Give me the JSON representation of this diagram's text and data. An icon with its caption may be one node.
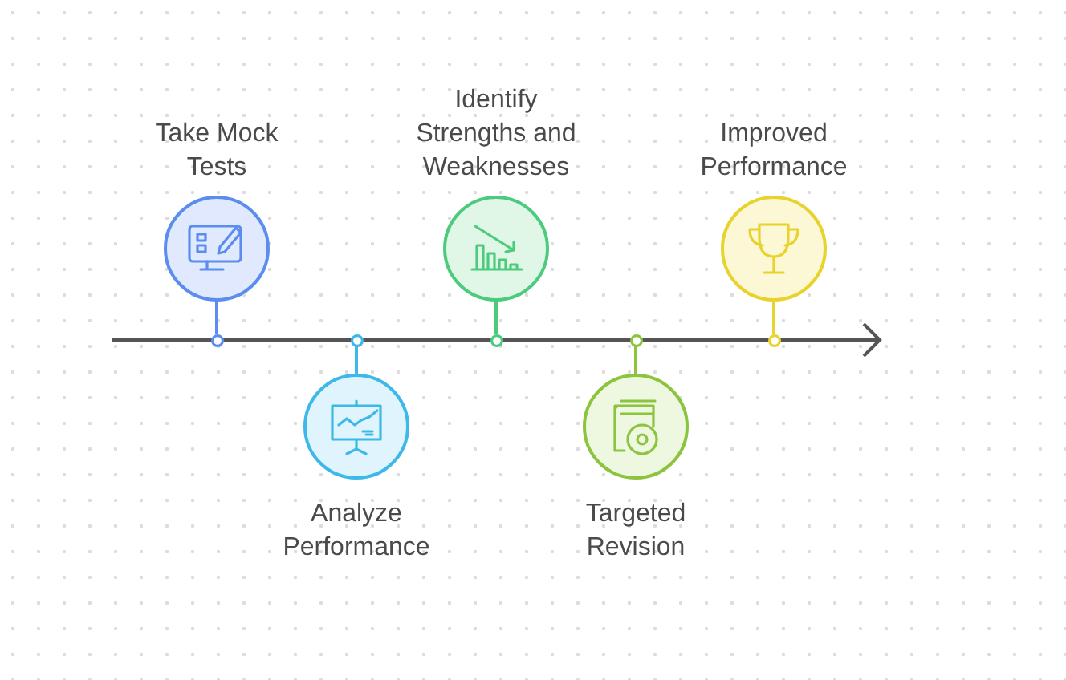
{
  "diagram": {
    "nodes": [
      {
        "text": [
          "Take Mock Tests"
        ]
      },
      {
        "text": [
          "Analyze Performance"
        ]
      },
      {
        "text": [
          "Identify Strengths and Weaknesses"
        ]
      },
      {
        "text": [
          "Targeted Revision"
        ]
      },
      {
        "text": [
          "Improved Performance"
        ]
      },
      {
        "text": [],
        "shape": "circle"
      },
      {
        "text": [],
        "shape": "circle"
      },
      {
        "text": [],
        "shape": "circle"
      },
      {
        "text": [],
        "shape": "circle"
      },
      {
        "text": [],
        "shape": "circle"
      }
    ],
    "edges": [
      {
        "from": 0,
        "to": 5,
        "arrow": "none",
        "color": "#5b8def"
      },
      {
        "from": 1,
        "to": 6,
        "arrow": "none",
        "color": "#3db8e8"
      },
      {
        "from": 2,
        "to": 7,
        "arrow": "none",
        "color": "#4ccb7c"
      },
      {
        "from": 3,
        "to": 8,
        "arrow": "none",
        "color": "#8cc43f"
      },
      {
        "from": 4,
        "to": 9,
        "arrow": "none",
        "color": "#e8d22c"
      }
    ]
  }
}
